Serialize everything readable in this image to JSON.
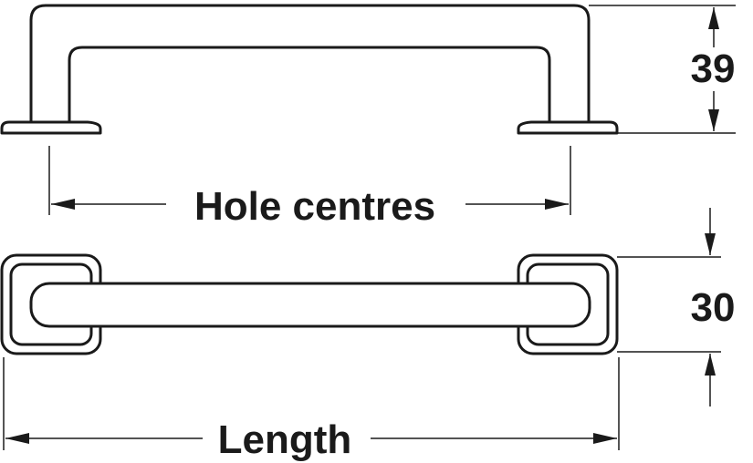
{
  "dimensions": {
    "height": "39",
    "width": "30",
    "hole_centres": "Hole centres",
    "length": "Length"
  },
  "colors": {
    "line": "#1a1a1a",
    "background": "#ffffff"
  }
}
